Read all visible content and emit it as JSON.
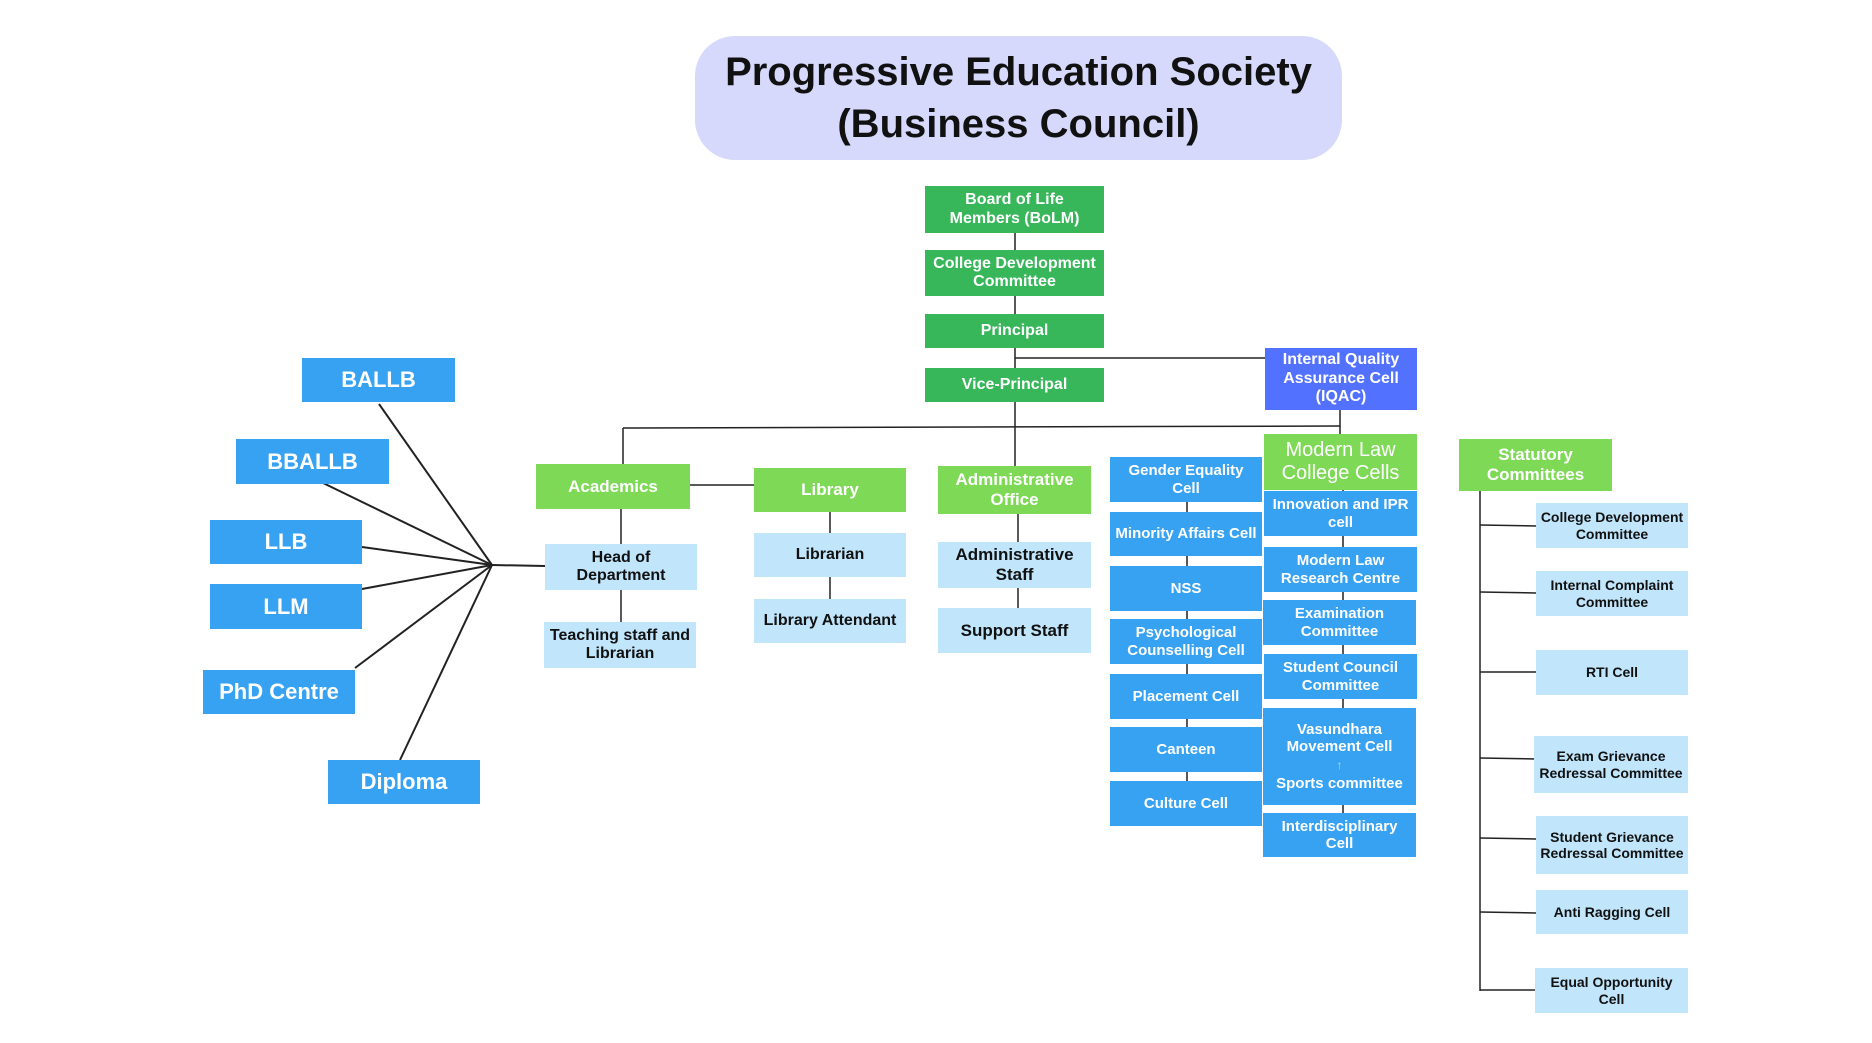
{
  "title": {
    "line1": "Progressive Education Society",
    "line2": "(Business Council)"
  },
  "colors": {
    "title_bg": "#d6d9fb",
    "dark_green": "#37b65a",
    "light_green": "#7ed957",
    "blue": "#38a2f2",
    "light_blue": "#c1e5fb",
    "iqac_blue": "#5271ff"
  },
  "hierarchy": {
    "bolm": "Board of Life Members (BoLM)",
    "cdc": "College Development Committee",
    "principal": "Principal",
    "vice_principal": "Vice-Principal",
    "iqac": "Internal Quality Assurance Cell (IQAC)"
  },
  "academics": {
    "label": "Academics",
    "hod": "Head of Department",
    "teaching": "Teaching staff and Librarian"
  },
  "programs": [
    "BALLB",
    "BBALLB",
    "LLB",
    "LLM",
    "PhD Centre",
    "Diploma"
  ],
  "library": {
    "label": "Library",
    "librarian": "Librarian",
    "attendant": "Library Attendant"
  },
  "admin": {
    "label": "Administrative Office",
    "staff": "Administrative Staff",
    "support": "Support Staff"
  },
  "cells_col": [
    "Gender Equality Cell",
    "Minority Affairs Cell",
    "NSS",
    "Psychological Counselling Cell",
    "Placement Cell",
    "Canteen",
    "Culture Cell"
  ],
  "modern_law": {
    "label": "Modern Law College Cells",
    "items": [
      "Innovation and IPR cell",
      "Modern Law Research Centre",
      "Examination Committee",
      "Student Council Committee"
    ],
    "vasundhara": "Vasundhara Movement Cell",
    "sports": "Sports committee",
    "interdisciplinary": "Interdisciplinary Cell"
  },
  "statutory": {
    "label": "Statutory Committees",
    "items": [
      "College Development Committee",
      "Internal Complaint Committee",
      "RTI Cell",
      "Exam Grievance Redressal Committee",
      "Student Grievance Redressal Committee",
      "Anti Ragging Cell",
      "Equal Opportunity Cell"
    ]
  }
}
